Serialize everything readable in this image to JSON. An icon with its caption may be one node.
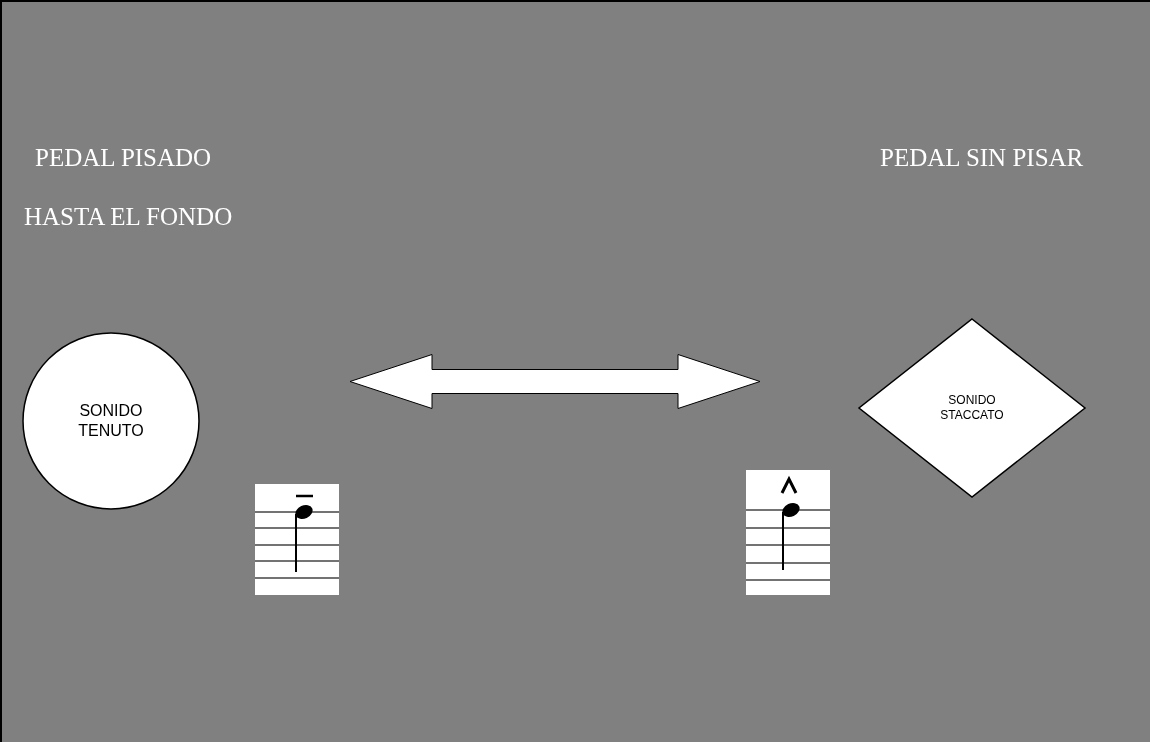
{
  "diagram": {
    "nodes": [
      {
        "text": [
          "SONIDO TENUTO"
        ]
      },
      {
        "text": [
          "SONIDO STACCATO"
        ]
      }
    ],
    "edges": [
      {
        "from": 0,
        "to": 1,
        "arrow": "both"
      }
    ],
    "labels": [
      "PEDAL PISADO",
      "PEDAL SIN PISAR",
      "HASTA EL FONDO"
    ]
  }
}
